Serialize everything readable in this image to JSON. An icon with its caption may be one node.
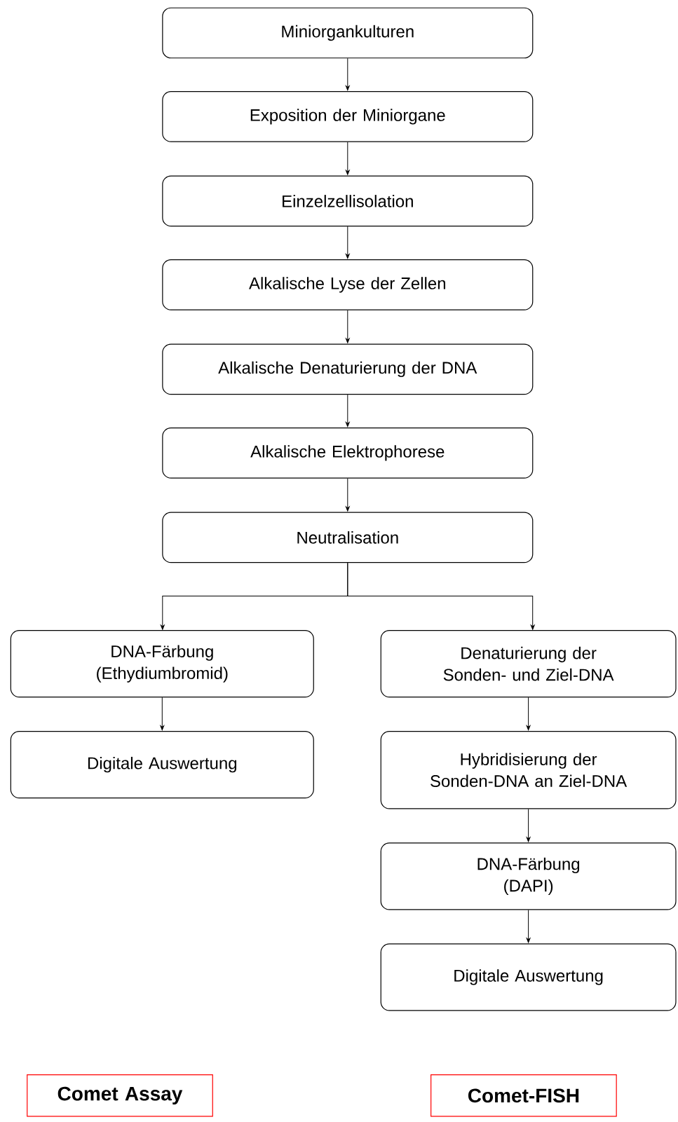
{
  "diagram": {
    "nodes": [
      {
        "text": [
          "Miniorgankulturen"
        ]
      },
      {
        "text": [
          "Exposition der Miniorgane"
        ]
      },
      {
        "text": [
          "Einzelzellisolation"
        ]
      },
      {
        "text": [
          "Alkalische Lyse der Zellen"
        ]
      },
      {
        "text": [
          "Alkalische Denaturierung der DNA"
        ]
      },
      {
        "text": [
          "Alkalische Elektrophorese"
        ]
      },
      {
        "text": [
          "Neutralisation"
        ]
      },
      {
        "text": [
          "DNA-Färbung (Ethydiumbromid)"
        ]
      },
      {
        "text": [
          "Digitale Auswertung"
        ]
      },
      {
        "text": [
          "Denaturierung der Sonden- und Ziel-DNA"
        ]
      },
      {
        "text": [
          "Hybridisierung der Sonden-DNA an Ziel-DNA"
        ]
      },
      {
        "text": [
          "DNA-Färbung (DAPI)"
        ]
      },
      {
        "text": [
          "Digitale Auswertung"
        ]
      },
      {
        "text": [
          "Comet Assay"
        ]
      },
      {
        "text": [
          "Comet-FISH"
        ]
      }
    ],
    "edges": [
      {
        "from": 0,
        "to": 1,
        "arrow": "to"
      },
      {
        "from": 1,
        "to": 2,
        "arrow": "to"
      },
      {
        "from": 2,
        "to": 3,
        "arrow": "to"
      },
      {
        "from": 3,
        "to": 4,
        "arrow": "to"
      },
      {
        "from": 4,
        "to": 5,
        "arrow": "to"
      },
      {
        "from": 5,
        "to": 6,
        "arrow": "to"
      },
      {
        "from": 6,
        "to": 7,
        "arrow": "to"
      },
      {
        "from": 6,
        "to": 9,
        "arrow": "to"
      },
      {
        "from": 7,
        "to": 8,
        "arrow": "to"
      },
      {
        "from": 9,
        "to": 10,
        "arrow": "to"
      },
      {
        "from": 10,
        "to": 11,
        "arrow": "to"
      },
      {
        "from": 11,
        "to": 12,
        "arrow": "to"
      }
    ]
  }
}
